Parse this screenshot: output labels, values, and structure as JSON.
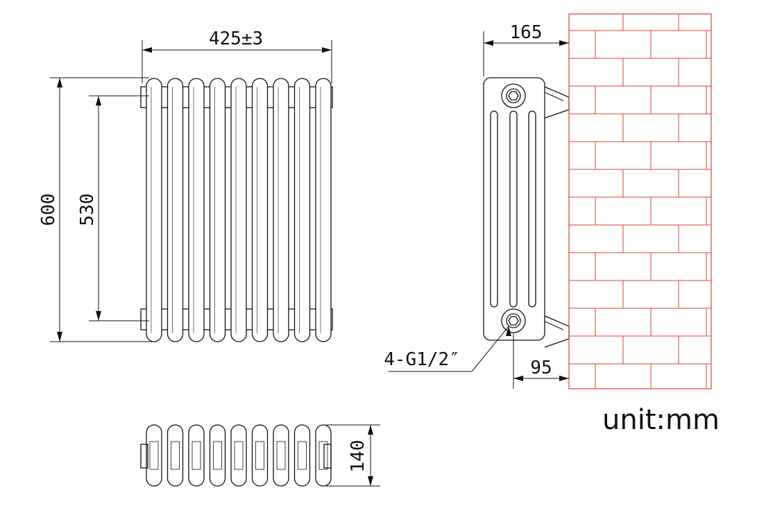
{
  "dimensions": {
    "width": "425±3",
    "height": "600",
    "center_distance": "530",
    "depth": "165",
    "connection": "4-G1/2″",
    "wall_distance": "95",
    "top_depth": "140"
  },
  "unit_label": "unit:mm",
  "columns": 9,
  "colors": {
    "line": "#111111",
    "brick": "#d9413a"
  }
}
